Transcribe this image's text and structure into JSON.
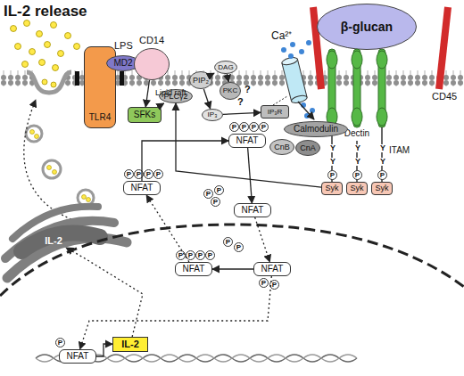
{
  "diagram": {
    "title": "IL-2 release",
    "nodes": [
      {
        "text": [
          "TLR4"
        ]
      },
      {
        "text": [
          "MD2"
        ]
      },
      {
        "text": [
          "CD14"
        ]
      },
      {
        "text": [
          "SFKs"
        ]
      },
      {
        "text": [
          "PIP₂"
        ]
      },
      {
        "text": [
          "PLCγ2"
        ]
      },
      {
        "text": [
          "DAG"
        ]
      },
      {
        "text": [
          "PKC"
        ]
      },
      {
        "text": [
          "IP₃"
        ]
      },
      {
        "text": [
          "IP₃R"
        ]
      },
      {
        "text": [
          "β-glucan"
        ]
      },
      {
        "text": [
          "Dectin"
        ]
      },
      {
        "text": [
          "Syk"
        ]
      },
      {
        "text": [
          "Syk"
        ]
      },
      {
        "text": [
          "Syk"
        ]
      },
      {
        "text": [
          "NFAT"
        ]
      },
      {
        "text": [
          "NFAT"
        ]
      },
      {
        "text": [
          "Calmodulin"
        ]
      },
      {
        "text": [
          "CnB"
        ]
      },
      {
        "text": [
          "CnA"
        ]
      },
      {
        "text": [
          "NFAT"
        ]
      },
      {
        "text": [
          "NFAT"
        ]
      },
      {
        "text": [
          "NFAT"
        ]
      },
      {
        "text": [
          "NFAT"
        ]
      },
      {
        "text": [
          "IL-2"
        ]
      },
      {
        "text": [
          "IL-2"
        ]
      }
    ],
    "edges": [
      {
        "from": 2,
        "to": 3,
        "arrow": "to"
      },
      {
        "from": 3,
        "to": 5,
        "arrow": "to"
      },
      {
        "from": 4,
        "to": 6,
        "arrow": "to"
      },
      {
        "from": 4,
        "to": 8,
        "arrow": "to"
      },
      {
        "from": 6,
        "to": 7,
        "arrow": "to"
      },
      {
        "from": 8,
        "to": 9,
        "arrow": "to"
      },
      {
        "from": 12,
        "to": 5,
        "arrow": "to"
      },
      {
        "from": 15,
        "to": 16,
        "arrow": "to"
      },
      {
        "from": 16,
        "to": 20,
        "arrow": "to"
      },
      {
        "from": 20,
        "to": 22,
        "arrow": "to"
      },
      {
        "from": 22,
        "to": 21,
        "arrow": "to"
      },
      {
        "from": 21,
        "to": 15,
        "arrow": "to"
      },
      {
        "from": 22,
        "to": 23,
        "arrow": "to"
      },
      {
        "from": 23,
        "to": 24,
        "arrow": "to"
      },
      {
        "from": 24,
        "to": 25,
        "arrow": "to"
      }
    ],
    "labels": [
      "LPS",
      "Lipid raft",
      "Ca²⁺",
      "CD45",
      "ITAM",
      "?",
      "?",
      "Y",
      "Y",
      "Y",
      "Y",
      "Y",
      "Y",
      "P",
      "P",
      "P",
      "P",
      "P",
      "P",
      "P",
      "P",
      "P",
      "P",
      "P",
      "P",
      "P",
      "P",
      "P",
      "P",
      "P",
      "P",
      "P",
      "P",
      "P",
      "P",
      "P"
    ]
  }
}
